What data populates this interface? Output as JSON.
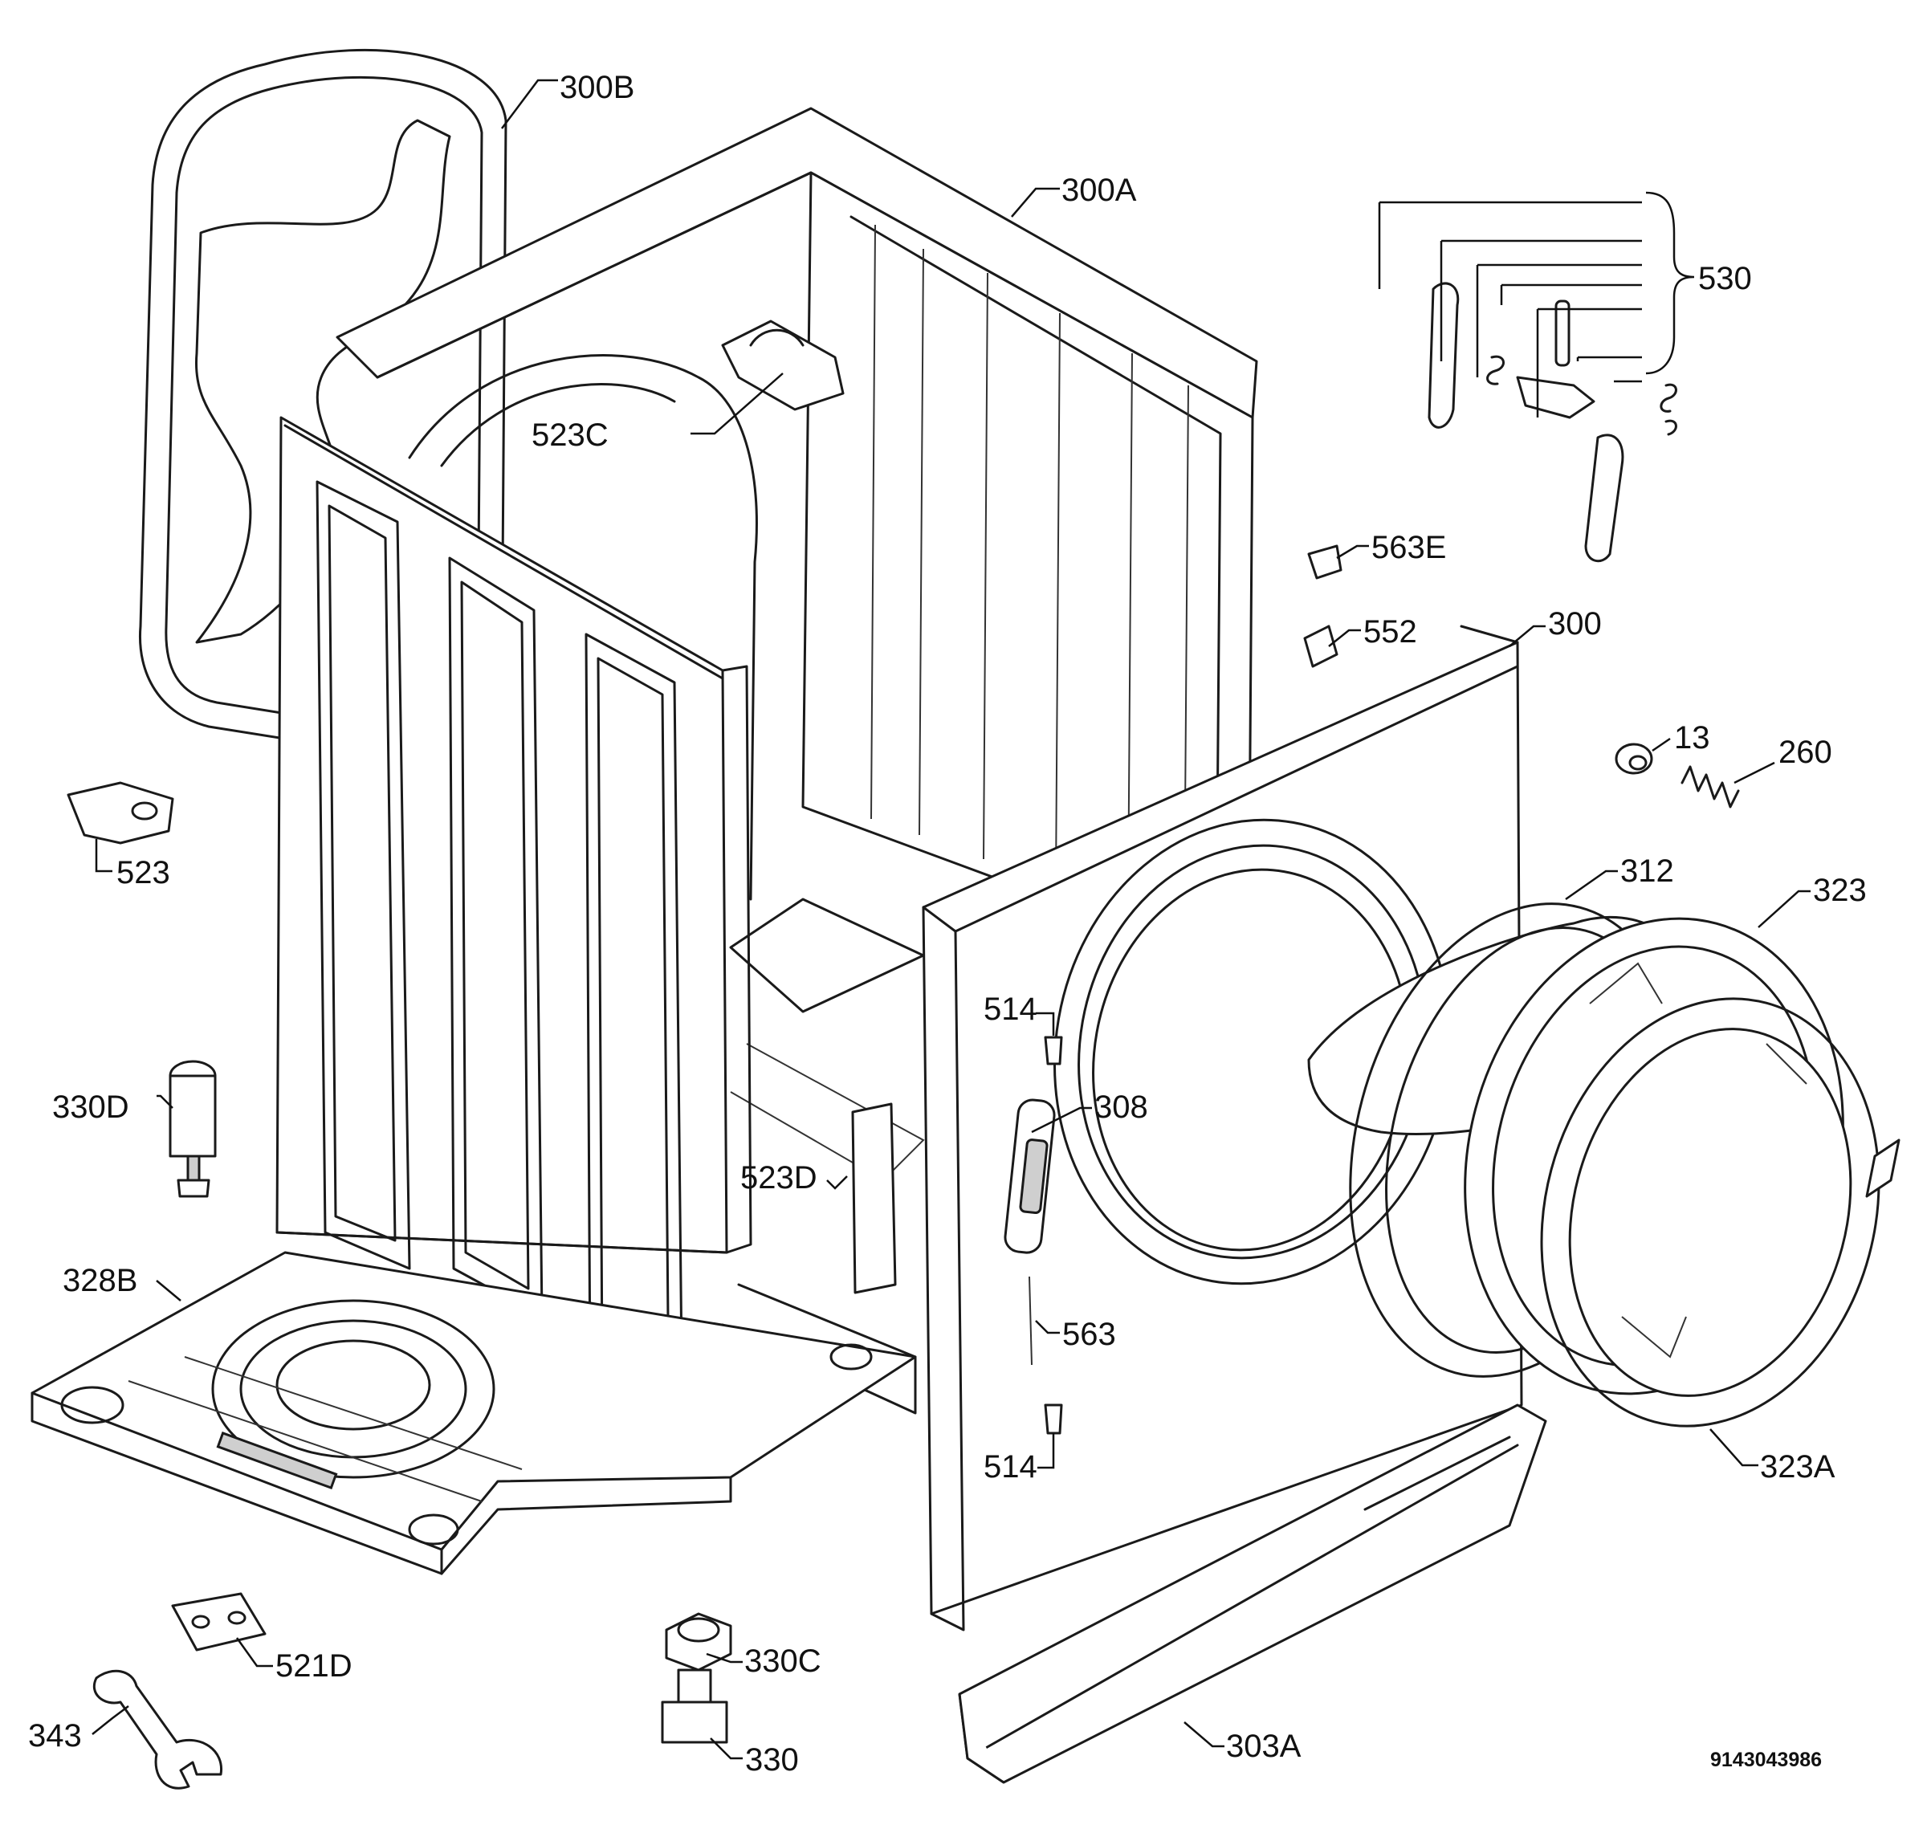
{
  "labels": {
    "l300B": "300B",
    "l300A": "300A",
    "l530": "530",
    "l523C": "523C",
    "l563E": "563E",
    "l552": "552",
    "l300": "300",
    "l13": "13",
    "l260": "260",
    "l523": "523",
    "l312": "312",
    "l323": "323",
    "l514a": "514",
    "l308": "308",
    "l330D": "330D",
    "l523D": "523D",
    "l328B": "328B",
    "l563": "563",
    "l514b": "514",
    "l323A": "323A",
    "l330C": "330C",
    "l521D": "521D",
    "l303A": "303A",
    "l343": "343",
    "l330": "330"
  },
  "document_id": "9143043986"
}
